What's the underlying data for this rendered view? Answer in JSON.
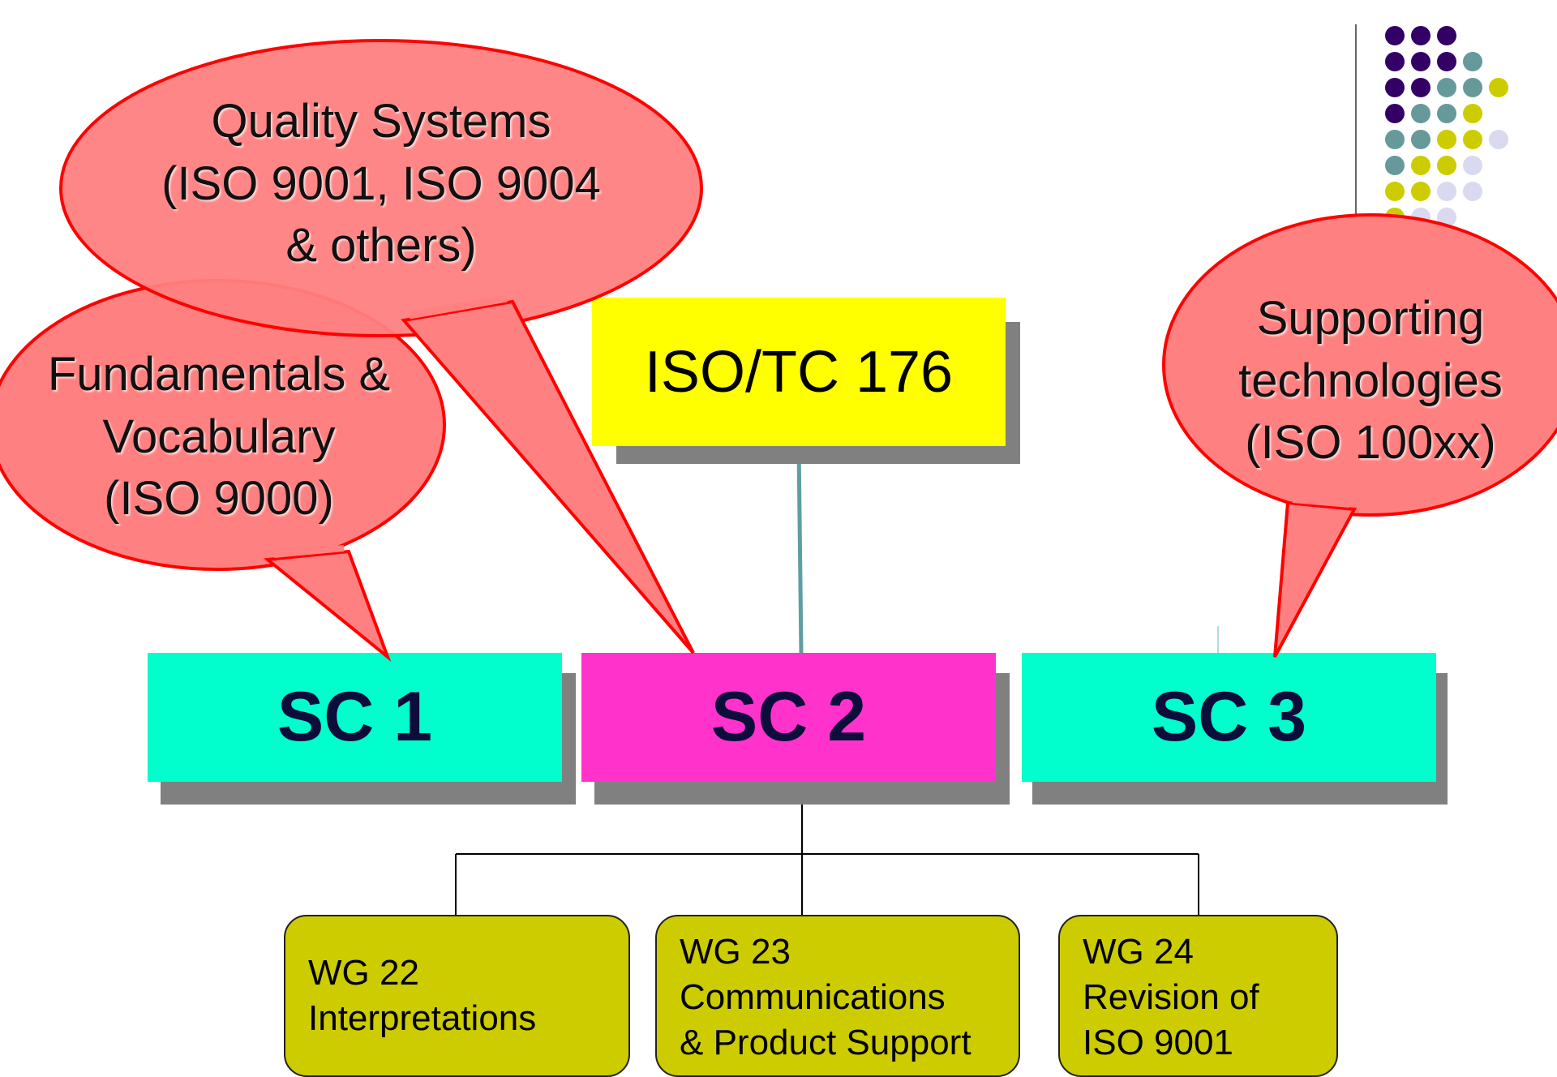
{
  "root": {
    "label": "ISO/TC 176"
  },
  "subcommittees": [
    {
      "label": "SC 1"
    },
    {
      "label": "SC 2"
    },
    {
      "label": "SC 3"
    }
  ],
  "working_groups": [
    {
      "lines": [
        "WG 22",
        "Interpretations"
      ]
    },
    {
      "lines": [
        "WG 23",
        "Communications",
        "& Product Support"
      ]
    },
    {
      "lines": [
        "WG 24",
        "Revision of",
        "ISO 9001"
      ]
    }
  ],
  "callouts": {
    "quality_systems": {
      "lines": [
        "Quality Systems",
        "(ISO 9001, ISO 9004",
        "& others)"
      ]
    },
    "fundamentals": {
      "lines": [
        "Fundamentals &",
        "Vocabulary",
        "(ISO 9000)"
      ]
    },
    "supporting": {
      "lines": [
        "Supporting",
        "technologies",
        "(ISO 100xx)"
      ]
    }
  },
  "colors": {
    "root_fill": "#ffff00",
    "sc1_fill": "#00ffcc",
    "sc2_fill": "#ff33cc",
    "sc3_fill": "#00ffcc",
    "wg_fill": "#cccc00",
    "callout_fill": "#ff8080",
    "callout_stroke": "#ff0000",
    "dot_colors": [
      "#330066",
      "#669999",
      "#cccc00",
      "#d9d9f0"
    ]
  }
}
